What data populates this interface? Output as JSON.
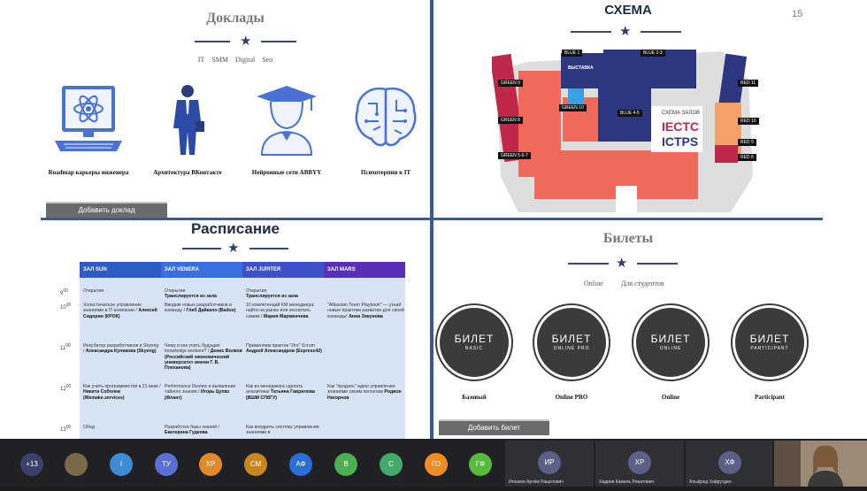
{
  "reports": {
    "title": "Доклады",
    "tags": [
      "IT",
      "SMM",
      "Digital",
      "Seo"
    ],
    "items": [
      {
        "label": "Roadmap карьеры инженера",
        "icon": "computer-atom-icon"
      },
      {
        "label": "Архитектура ВКонтакте",
        "icon": "businessman-icon"
      },
      {
        "label": "Нейронные сети ABBYY",
        "icon": "graduate-icon"
      },
      {
        "label": "Психотерпия в IT",
        "icon": "brain-circuit-icon"
      }
    ],
    "add_button": "Добавить доклад"
  },
  "scheme": {
    "title": "СХЕМА",
    "page_number": "15",
    "legend": "СХЕМА ЗАЛОВ",
    "brand1": "IECTC",
    "brand2": "ICTPS",
    "zones": {
      "blue1": "BLUE 1",
      "blue23": "BLUE 2-3",
      "blue45": "BLUE 4-5",
      "green9": "GREEN 9",
      "green10": "GREEN 10",
      "green8": "GREEN 8",
      "green567": "GREEN 5-6-7",
      "red11": "RED 11",
      "red10": "RED 10",
      "red9": "RED 9",
      "red8": "RED 8",
      "expo": "ВЫСТАВКА"
    },
    "colors": {
      "blue": "#2d3680",
      "red": "#c0284a",
      "coral": "#f06a5b",
      "orange": "#f4a26a"
    }
  },
  "schedule": {
    "title": "Расписание",
    "columns": [
      {
        "label": "ЗАЛ SUN",
        "color": "#2f5bc5"
      },
      {
        "label": "ЗАЛ VENERA",
        "color": "#3a6fe0"
      },
      {
        "label": "ЗАЛ JUPITER",
        "color": "#3f51c9"
      },
      {
        "label": "ЗАЛ MARS",
        "color": "#5a2fb8"
      }
    ],
    "times": [
      "9",
      "10",
      "11",
      "12",
      "13"
    ],
    "times_sup": "00",
    "cells": {
      "r1c1": "Открытие",
      "r1c2": "Открытие",
      "r1c2b": "Транслируется из зала",
      "r1c3": "Открытие",
      "r1c3b": "Транслируется из зала",
      "r2c1": "Холистическое управление знаниями в IT-компании /",
      "r2c1b": "Алексей Сидорин (КРОК)",
      "r2c2": "Вводим новых разработчиков в команду /",
      "r2c2b": "Глеб Дайкало (Badoo)",
      "r2c3": "10 компетенций KM менеджера: найти на рынке или воспитать самим /",
      "r2c3b": "Мария Марминчева",
      "r2c4": "\"Atlassian Team Playbook\" — узнай новые практики развития для своей команды!",
      "r2c4b": "Анна Зикунова",
      "r3c1": "Инкубатор разработчиков в Skyeng /",
      "r3c1b": "Александра Куликова (Skyeng)",
      "r3c2": "Чему и как учить будущих knowledge workers? /",
      "r3c2b": "Денис Волков (Российский экономический университет имени Г. В. Плеханова)",
      "r3c3": "Применяем практик \"Иго\" Scrum",
      "r3c3b": "Андрей Александров (Express42)",
      "r4c1": "Как учить программистов в 21 веке /",
      "r4c1b": "Никита Соболев (Wemake.services)",
      "r4c2": "Performance Review и выявление тайного знания /",
      "r4c2b": "Игорь Цупко (Флант)",
      "r4c3": "Как из менеджера сделать аналитика/",
      "r4c3b": "Татьяна Гаврилова (ВШМ СПбГУ)",
      "r4c4": "Как \"продать\" идею управления знаниями своим коллегам",
      "r4c4b": "Родион Нагорнов",
      "r5c1": "Обед",
      "r5c2": "Разработка базы знаний /",
      "r5c2b": "Екатерина Гудкова",
      "r5c3": "Как внедрить систему управления знаниями в"
    }
  },
  "tickets": {
    "title": "Билеты",
    "tabs": [
      "Online",
      "Для студентов"
    ],
    "items": [
      {
        "word": "БИЛЕТ",
        "sub": "BASIC",
        "label": "Базовый"
      },
      {
        "word": "БИЛЕТ",
        "sub": "ONLINE PRO",
        "label": "Online PRO"
      },
      {
        "word": "БИЛЕТ",
        "sub": "ONLINE",
        "label": "Online"
      },
      {
        "word": "БИЛЕТ",
        "sub": "PARTICIPANT",
        "label": "Participant"
      }
    ],
    "add_button": "Добавить билет"
  },
  "call": {
    "more": "+13",
    "avatars": [
      {
        "initials": "",
        "color": "#7a6a4a",
        "icon": "photo-avatar-icon"
      },
      {
        "initials": "I",
        "color": "#3d8bd3"
      },
      {
        "initials": "ТУ",
        "color": "#5c6fd4"
      },
      {
        "initials": "ХР",
        "color": "#e08a2e"
      },
      {
        "initials": "СМ",
        "color": "#c9851f"
      },
      {
        "initials": "АФ",
        "color": "#2a6fd6"
      },
      {
        "initials": "В",
        "color": "#4caf50"
      },
      {
        "initials": "С",
        "color": "#43a96b"
      },
      {
        "initials": "ГО",
        "color": "#f08c24"
      },
      {
        "initials": "ГФ",
        "color": "#58b93f"
      }
    ],
    "tiles": [
      {
        "initials": "ИР",
        "name": "Игнакеи Артём Рашитович"
      },
      {
        "initials": "ХР",
        "name": "Хадиев Камиль Ринатович"
      },
      {
        "initials": "ХФ",
        "name": "Альфред Хайрутдин"
      }
    ]
  }
}
